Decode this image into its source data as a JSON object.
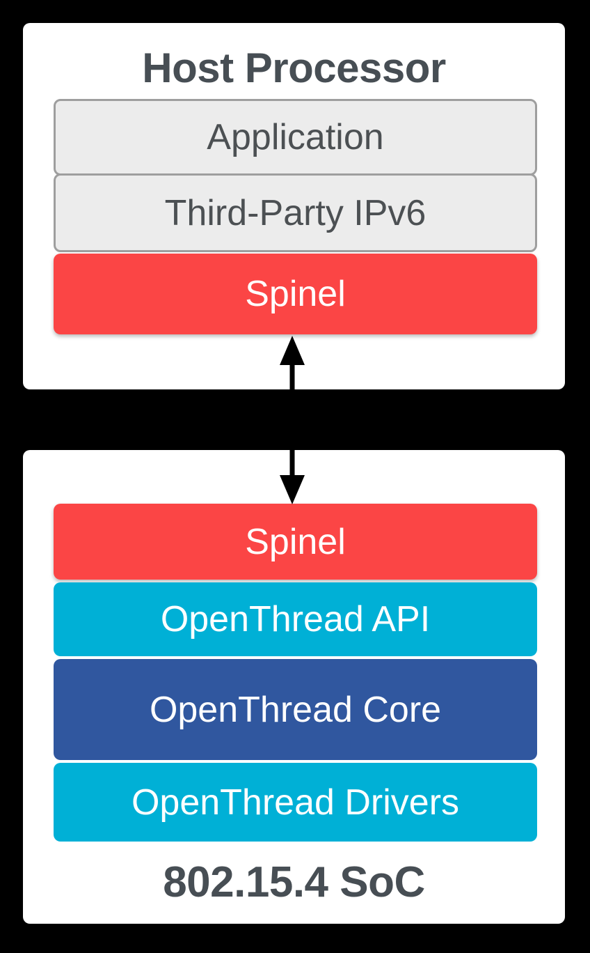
{
  "diagram": {
    "type": "layered-architecture",
    "host_card": {
      "title": "Host Processor",
      "layers": [
        {
          "label": "Application",
          "style": "gray"
        },
        {
          "label": "Third-Party IPv6",
          "style": "gray"
        },
        {
          "label": "Spinel",
          "style": "red"
        }
      ]
    },
    "connector": {
      "icon": "double-headed-vertical-arrow",
      "meaning": "bidirectional communication between Host Processor Spinel and SoC Spinel"
    },
    "soc_card": {
      "caption": "802.15.4 SoC",
      "layers": [
        {
          "label": "Spinel",
          "style": "red"
        },
        {
          "label": "OpenThread API",
          "style": "cyan"
        },
        {
          "label": "OpenThread Core",
          "style": "dark-blue"
        },
        {
          "label": "OpenThread Drivers",
          "style": "cyan"
        }
      ]
    },
    "colors": {
      "background": "#000000",
      "card": "#ffffff",
      "gray_fill": "#ececec",
      "gray_border": "#9e9e9e",
      "red": "#fb4545",
      "cyan": "#00b0d6",
      "dark_blue": "#30579f",
      "heading_text": "#474e54",
      "gray_layer_text": "#4c5053",
      "colored_layer_text": "#ffffff",
      "arrow": "#000000"
    }
  }
}
